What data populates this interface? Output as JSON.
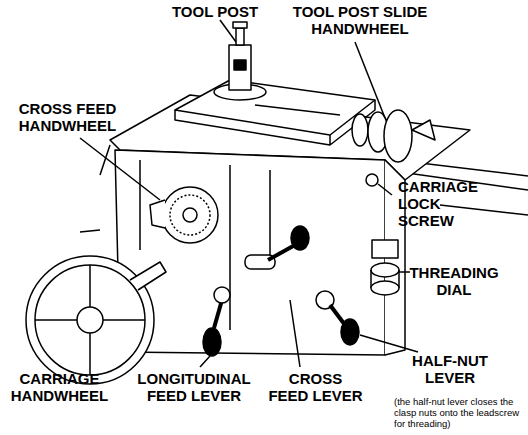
{
  "diagram": {
    "labels": [
      "TOOL POST",
      "TOOL POST SLIDE HANDWHEEL",
      "CROSS FEED HANDWHEEL",
      "CARRIAGE LOCK SCREW",
      "THREADING DIAL",
      "CARRIAGE HANDWHEEL",
      "LONGITUDINAL FEED LEVER",
      "CROSS FEED LEVER",
      "HALF-NUT LEVER",
      "(the half-nut lever closes the clasp nuts onto the leadscrew for threading)"
    ]
  }
}
